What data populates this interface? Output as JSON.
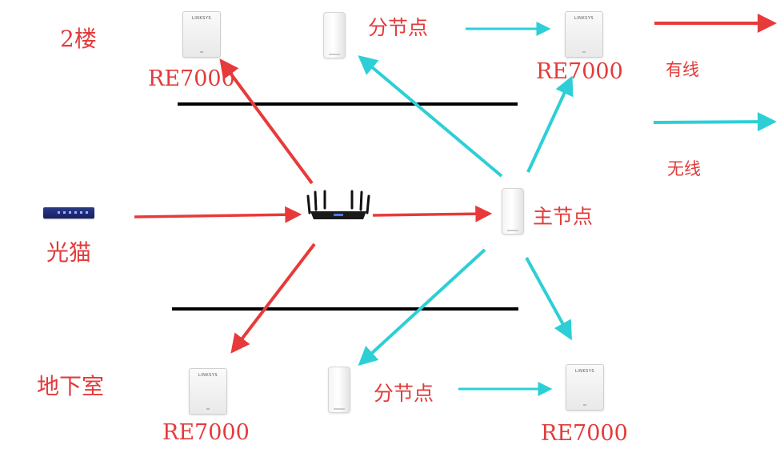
{
  "floors": {
    "upstairs": "2楼",
    "basement": "地下室"
  },
  "devices": {
    "modem_label": "光猫",
    "re7000_label": "RE7000",
    "main_node_label": "主节点",
    "sub_node_label": "分节点",
    "re7000_brand": "LINKSYS"
  },
  "legend": {
    "wired_label": "有线",
    "wireless_label": "无线"
  },
  "colors": {
    "wired": "#e83a3a",
    "wireless": "#2ccfd6",
    "floor_line": "#000000",
    "label_text": "#e23b3b"
  }
}
